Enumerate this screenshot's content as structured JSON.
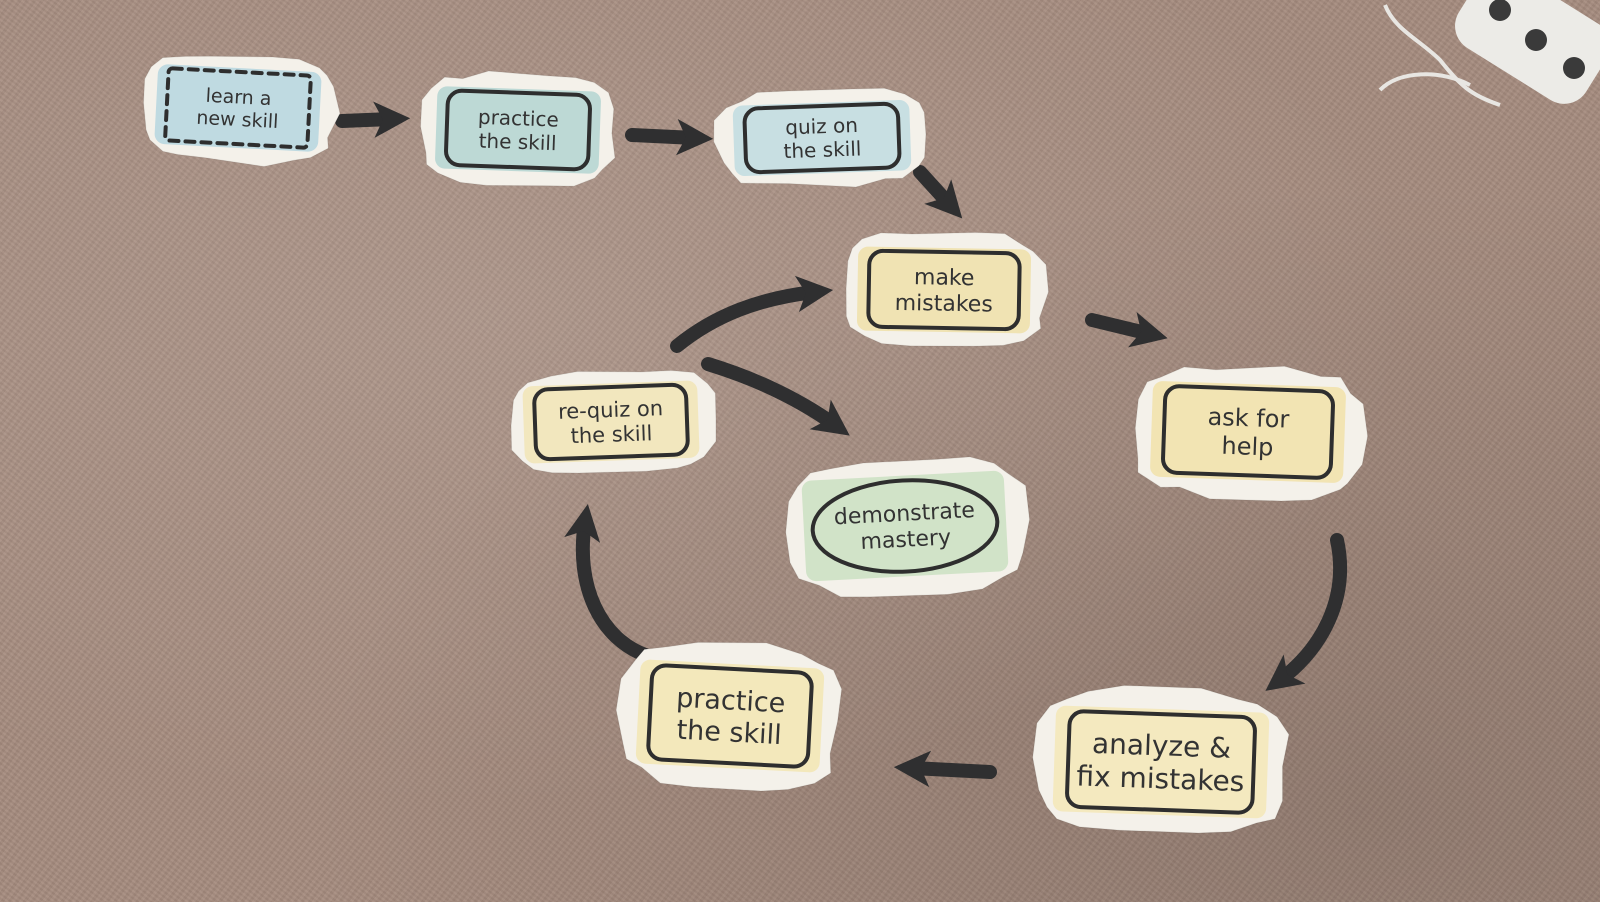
{
  "nodes": [
    {
      "id": "learn-new-skill",
      "lines": [
        "learn a",
        "new skill"
      ],
      "color": "#bcd8e0"
    },
    {
      "id": "practice-skill-1",
      "lines": [
        "practice",
        "the skill"
      ],
      "color": "#b9d7d4"
    },
    {
      "id": "quiz-skill",
      "lines": [
        "quiz on",
        "the skill"
      ],
      "color": "#c5dde2"
    },
    {
      "id": "make-mistakes",
      "lines": [
        "make",
        "mistakes"
      ],
      "color": "#efe2b0"
    },
    {
      "id": "ask-for-help",
      "lines": [
        "ask for",
        "help"
      ],
      "color": "#f1e3b0"
    },
    {
      "id": "analyze-fix-mistakes",
      "lines": [
        "analyze &",
        "fix mistakes"
      ],
      "color": "#f3e8bd"
    },
    {
      "id": "practice-skill-2",
      "lines": [
        "practice",
        "the skill"
      ],
      "color": "#f2e7b8"
    },
    {
      "id": "re-quiz-skill",
      "lines": [
        "re-quiz on",
        "the skill"
      ],
      "color": "#f1e6bc"
    },
    {
      "id": "demonstrate-mastery",
      "lines": [
        "demonstrate",
        "mastery"
      ],
      "color": "#cfe2c6"
    }
  ],
  "colors": {
    "carpet": "#a58b7e",
    "ink": "#2e2e2e",
    "arrow": "#2f2f30"
  }
}
